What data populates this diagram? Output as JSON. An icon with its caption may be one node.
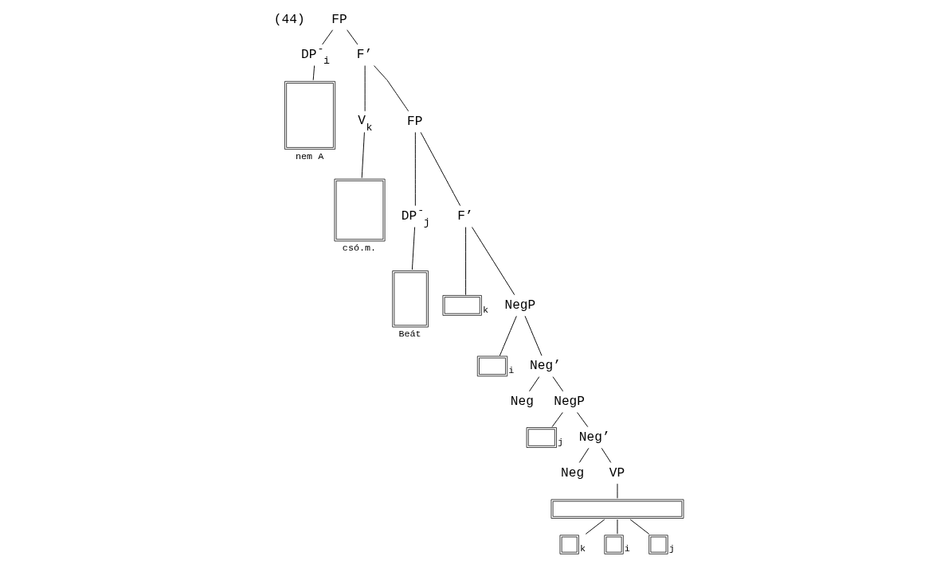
{
  "diagram": {
    "nodes": [
      {
        "text": [
          "FP"
        ]
      },
      {
        "text": [
          "DP$^{-}$$_{i}$"
        ]
      },
      {
        "text": [
          "F’"
        ]
      },
      {
        "text": [],
        "shape": "box",
        "beside": [
          "nem A"
        ]
      },
      {
        "text": [
          "V$_{k}$"
        ]
      },
      {
        "text": [
          "FP"
        ]
      },
      {
        "text": [],
        "shape": "box",
        "beside": [
          "csó.m."
        ]
      },
      {
        "text": [
          "DP$^{-}$$_{j}$"
        ]
      },
      {
        "text": [
          "F’"
        ]
      },
      {
        "text": [],
        "shape": "box",
        "beside": [
          "Beát"
        ]
      },
      {
        "text": [],
        "shape": "box",
        "beside": [
          "k"
        ]
      },
      {
        "text": [
          "NegP"
        ]
      },
      {
        "text": [],
        "shape": "box",
        "beside": [
          "i"
        ]
      },
      {
        "text": [
          "Neg’"
        ]
      },
      {
        "text": [
          "Neg"
        ]
      },
      {
        "text": [
          "NegP"
        ]
      },
      {
        "text": [],
        "shape": "box",
        "beside": [
          "j"
        ]
      },
      {
        "text": [
          "Neg’"
        ]
      },
      {
        "text": [
          "Neg"
        ]
      },
      {
        "text": [
          "VP"
        ]
      },
      {
        "text": [],
        "shape": "box"
      },
      {
        "text": [],
        "shape": "box",
        "beside": [
          "k"
        ]
      },
      {
        "text": [],
        "shape": "box",
        "beside": [
          "i"
        ]
      },
      {
        "text": [],
        "shape": "box",
        "beside": [
          "j"
        ]
      }
    ],
    "edges": [
      {
        "from": 0,
        "to": 1,
        "arrow": "none"
      },
      {
        "from": 0,
        "to": 2,
        "arrow": "none"
      },
      {
        "from": 1,
        "to": 3,
        "arrow": "none"
      },
      {
        "from": 2,
        "to": 4,
        "arrow": "none"
      },
      {
        "from": 2,
        "to": 5,
        "arrow": "none"
      },
      {
        "from": 4,
        "to": 6,
        "arrow": "none"
      },
      {
        "from": 5,
        "to": 7,
        "arrow": "none"
      },
      {
        "from": 5,
        "to": 8,
        "arrow": "none"
      },
      {
        "from": 7,
        "to": 9,
        "arrow": "none"
      },
      {
        "from": 8,
        "to": 10,
        "arrow": "none"
      },
      {
        "from": 8,
        "to": 11,
        "arrow": "none"
      },
      {
        "from": 11,
        "to": 12,
        "arrow": "none"
      },
      {
        "from": 11,
        "to": 13,
        "arrow": "none"
      },
      {
        "from": 13,
        "to": 14,
        "arrow": "none"
      },
      {
        "from": 13,
        "to": 15,
        "arrow": "none"
      },
      {
        "from": 15,
        "to": 16,
        "arrow": "none"
      },
      {
        "from": 15,
        "to": 17,
        "arrow": "none"
      },
      {
        "from": 17,
        "to": 18,
        "arrow": "none"
      },
      {
        "from": 17,
        "to": 19,
        "arrow": "none"
      },
      {
        "from": 19,
        "to": 20,
        "arrow": "none"
      },
      {
        "from": 20,
        "to": 21,
        "arrow": "none"
      },
      {
        "from": 20,
        "to": 22,
        "arrow": "none"
      },
      {
        "from": 20,
        "to": 23,
        "arrow": "none"
      }
    ],
    "labels": [
      "(44)"
    ]
  }
}
